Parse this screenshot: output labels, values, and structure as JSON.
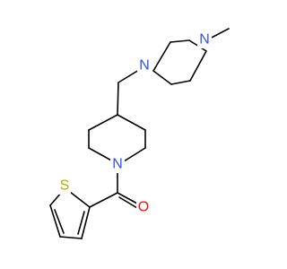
{
  "molecule": {
    "atoms": {
      "n_methyl": "N",
      "n_linker": "N",
      "n_piperidine": "N",
      "o_carbonyl": "O",
      "s_thiophene": "S"
    },
    "colors": {
      "nitrogen": "#3050F8",
      "oxygen": "#FF0D0D",
      "sulfur": "#B8B000",
      "bond": "#000000"
    }
  }
}
